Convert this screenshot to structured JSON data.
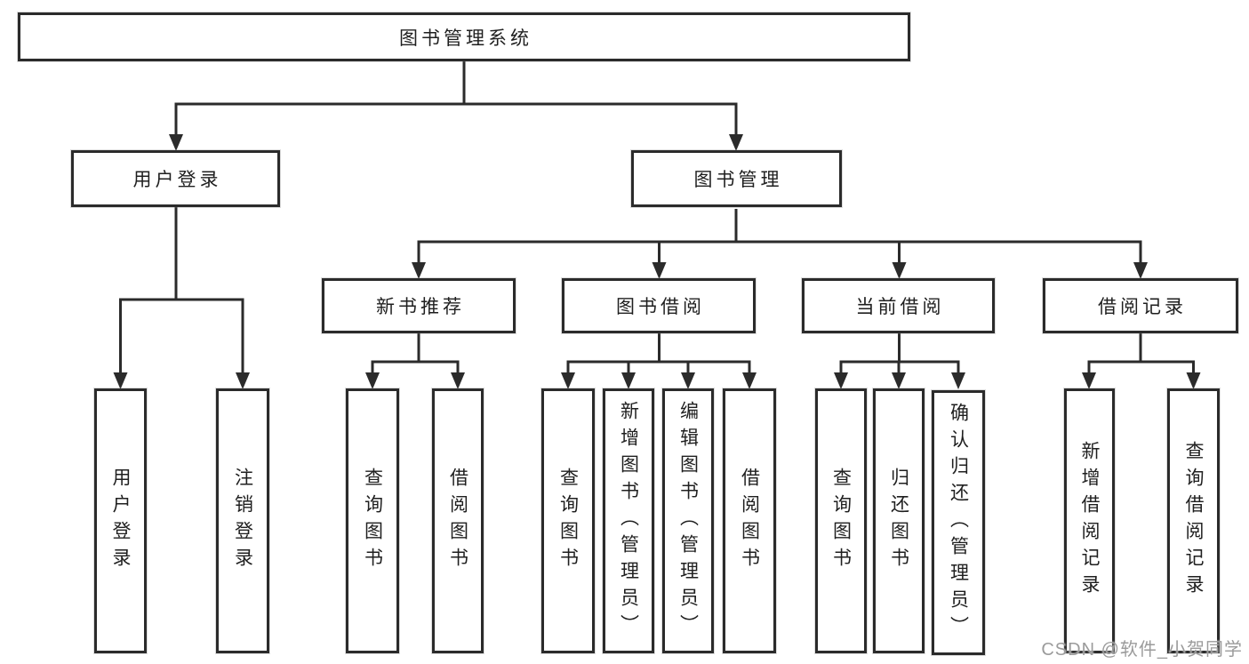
{
  "colors": {
    "background": "#ffffff",
    "line": "#2b2b2b",
    "text": "#1f1f1f",
    "watermark": "#9b9b9b"
  },
  "watermark": {
    "text": "CSDN @软件_小贺同学"
  },
  "diagram": {
    "root": {
      "label": "图书管理系统"
    },
    "branches": [
      {
        "label": "用户登录",
        "children": [
          {
            "label": "用户登录"
          },
          {
            "label": "注销登录"
          }
        ]
      },
      {
        "label": "图书管理",
        "children": [
          {
            "label": "新书推荐",
            "children": [
              {
                "label": "查询图书"
              },
              {
                "label": "借阅图书"
              }
            ]
          },
          {
            "label": "图书借阅",
            "children": [
              {
                "label": "查询图书"
              },
              {
                "label": "新增图书（管理员）"
              },
              {
                "label": "编辑图书（管理员）"
              },
              {
                "label": "借阅图书"
              }
            ]
          },
          {
            "label": "当前借阅",
            "children": [
              {
                "label": "查询图书"
              },
              {
                "label": "归还图书"
              },
              {
                "label": "确认归还（管理员）"
              }
            ]
          },
          {
            "label": "借阅记录",
            "children": [
              {
                "label": "新增借阅记录"
              },
              {
                "label": "查询借阅记录"
              }
            ]
          }
        ]
      }
    ]
  }
}
